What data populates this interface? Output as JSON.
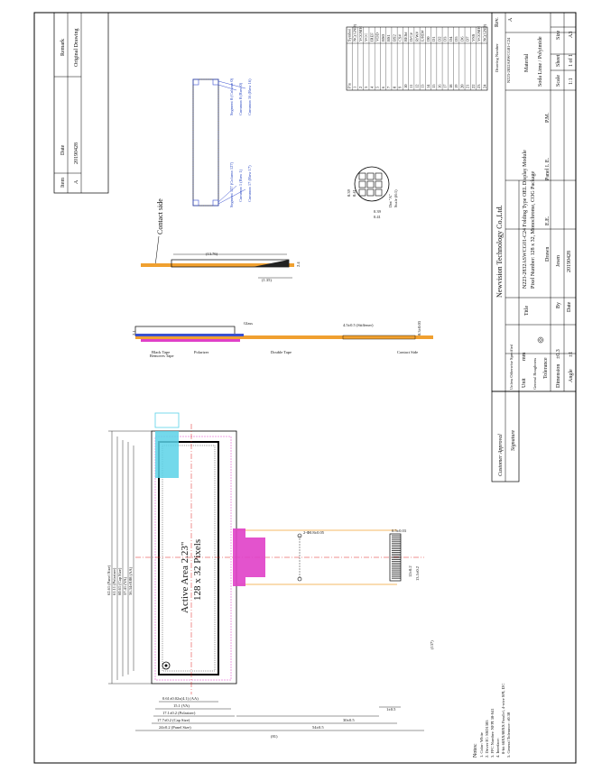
{
  "revision_block": {
    "headers": {
      "item": "Item",
      "date": "Date",
      "remark": "Remark"
    },
    "rows": [
      {
        "item": "A",
        "date": "20190428",
        "remark": "Original Drawing"
      }
    ]
  },
  "pin_table": {
    "header_pin": "Pin",
    "header_symbol": "Symbol",
    "rows": [
      {
        "pin": "1",
        "symbol": "NC(GND)"
      },
      {
        "pin": "2",
        "symbol": "VCOMH"
      },
      {
        "pin": "3",
        "symbol": "VCC"
      },
      {
        "pin": "4",
        "symbol": "IREF"
      },
      {
        "pin": "5",
        "symbol": "VDD"
      },
      {
        "pin": "6",
        "symbol": "BS0"
      },
      {
        "pin": "7",
        "symbol": "BS1"
      },
      {
        "pin": "8",
        "symbol": "BS2"
      },
      {
        "pin": "9",
        "symbol": "CS#"
      },
      {
        "pin": "10",
        "symbol": "RES#"
      },
      {
        "pin": "11",
        "symbol": "D/C#"
      },
      {
        "pin": "12",
        "symbol": "R/W#"
      },
      {
        "pin": "13",
        "symbol": "E/RD#"
      },
      {
        "pin": "14",
        "symbol": "D0"
      },
      {
        "pin": "15",
        "symbol": "D1"
      },
      {
        "pin": "16",
        "symbol": "D2"
      },
      {
        "pin": "17",
        "symbol": "D3"
      },
      {
        "pin": "18",
        "symbol": "D4"
      },
      {
        "pin": "19",
        "symbol": "D5"
      },
      {
        "pin": "20",
        "symbol": "D6"
      },
      {
        "pin": "21",
        "symbol": "D7"
      },
      {
        "pin": "22",
        "symbol": "VSS"
      },
      {
        "pin": "23",
        "symbol": "VCOMH"
      },
      {
        "pin": "24",
        "symbol": "NC(GND)"
      }
    ]
  },
  "title_block": {
    "drawing_number_label": "Drawing Number",
    "drawing_number": "N223-2832ASWCG01-C24",
    "rev_label": "Rev.",
    "rev": "A",
    "material_label": "Material",
    "material": "Soda Lime / Polyimide",
    "scale_label": "Scale",
    "scale": "1:1",
    "sheet_label": "Sheet",
    "sheet": "1 of 1",
    "size_label": "Size",
    "size": "A3",
    "company": "Newvision Technology Co.,Ltd.",
    "title_label": "Title",
    "title_line1": "N223-2832ASWCG01-C24 Folding Type OEL Display Module",
    "title_line2": "Pixel Number: 128 x 32, Monochrome, COG Package",
    "drawn_label": "Drawn",
    "ee_label": "E.E.",
    "panel_label": "Panel I. E.",
    "pm_label": "P.M.",
    "by_label": "By",
    "by": "Jesen",
    "date_label": "Date",
    "date": "20190428",
    "unless_label": "Unless Otherwise Specified",
    "unit_label": "Unit",
    "unit": "mm",
    "roughness_label": "General Roughness",
    "tolerance_label": "Tolerance",
    "dimension_label": "Dimension",
    "dimension_tol": "±0.3",
    "angle_label": "Angle",
    "angle_tol": "±1",
    "customer_approval": "Customer Approval",
    "signature": "Signature"
  },
  "drawing": {
    "contact_side": "Contact side",
    "active_area": "Active Area 2.23\"",
    "pixels": "128 x 32 Pixels",
    "dot_detail": "Dot \"A\"",
    "dot_scale": "Scale (8:1)",
    "dot_dims": [
      "0.39",
      "0.41",
      "0.39",
      "0.41"
    ],
    "panel_size_v": "62.61 (Panel Size)",
    "dims_left": [
      "61.11 (Polarizer)",
      "60.61 (Cap Size)",
      "57.41 (VA)",
      "56.34±0.08 (AA)"
    ],
    "dims_bottom": [
      "0.61±0.02x(4.1) (AA)",
      "15.1 (VA)",
      "17.1±0.2 (Polarizer)",
      "17.7±0.2 (Cap Size)",
      "24±0.2 (Panel Size)",
      "(81)",
      "54±0.5",
      "30±0.5",
      "1±0.5"
    ],
    "side_labels": [
      "Glass",
      "Polarizer",
      "Removes Tape",
      "Black Tape",
      "Double Tape",
      "Stiffener",
      "Contact Side"
    ],
    "side_dims": [
      "4.5±0.5 (Stiffener)",
      "0.3±0.03",
      "(13.76)",
      "(1.35)",
      "2.4",
      "2.1"
    ],
    "stiffener": "4.5±0.5 (Stiffener)",
    "fpc_dims": [
      "2-Φ0.8±0.05",
      "0.5±0.03",
      "12±0.2",
      "13.5±0.2",
      "(137)"
    ],
    "connection_labels": [
      "Segment 0 (Column 0)",
      "Common 0 (Row 0)",
      "Common 16 (Row 16)",
      "Segment 127 (Column 127)",
      "Common 1 (Row 1)",
      "Common 17 (Row 17)"
    ]
  },
  "notes": {
    "heading": "Notes:",
    "items": [
      "1. Color: White",
      "2. Driver IC: SSD1305",
      "3. FPC Number: NFPI 30-S41",
      "4. Interface:",
      "8-bit 68XX/80XX Parallel, 4-wire SPI, I2C",
      "5. General Tolerance: ±0.30"
    ]
  },
  "colors": {
    "cyan": "#5ad2e8",
    "magenta": "#e040c8",
    "orange": "#f0a030",
    "red_centerline": "#e02020",
    "blue_detail": "#2040c0"
  }
}
